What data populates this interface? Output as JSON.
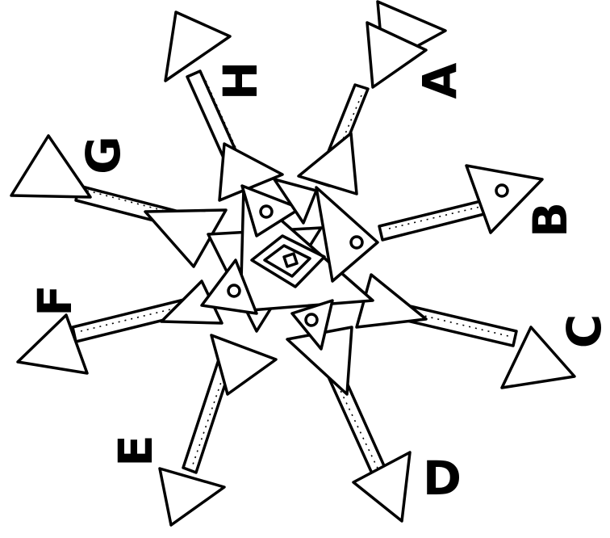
{
  "diagram": {
    "labels": {
      "a": "A",
      "b": "B",
      "c": "C",
      "d": "D",
      "e": "E",
      "f": "F",
      "g": "G",
      "h": "H"
    },
    "colors": {
      "ink": "#000000",
      "paper": "#ffffff"
    }
  }
}
